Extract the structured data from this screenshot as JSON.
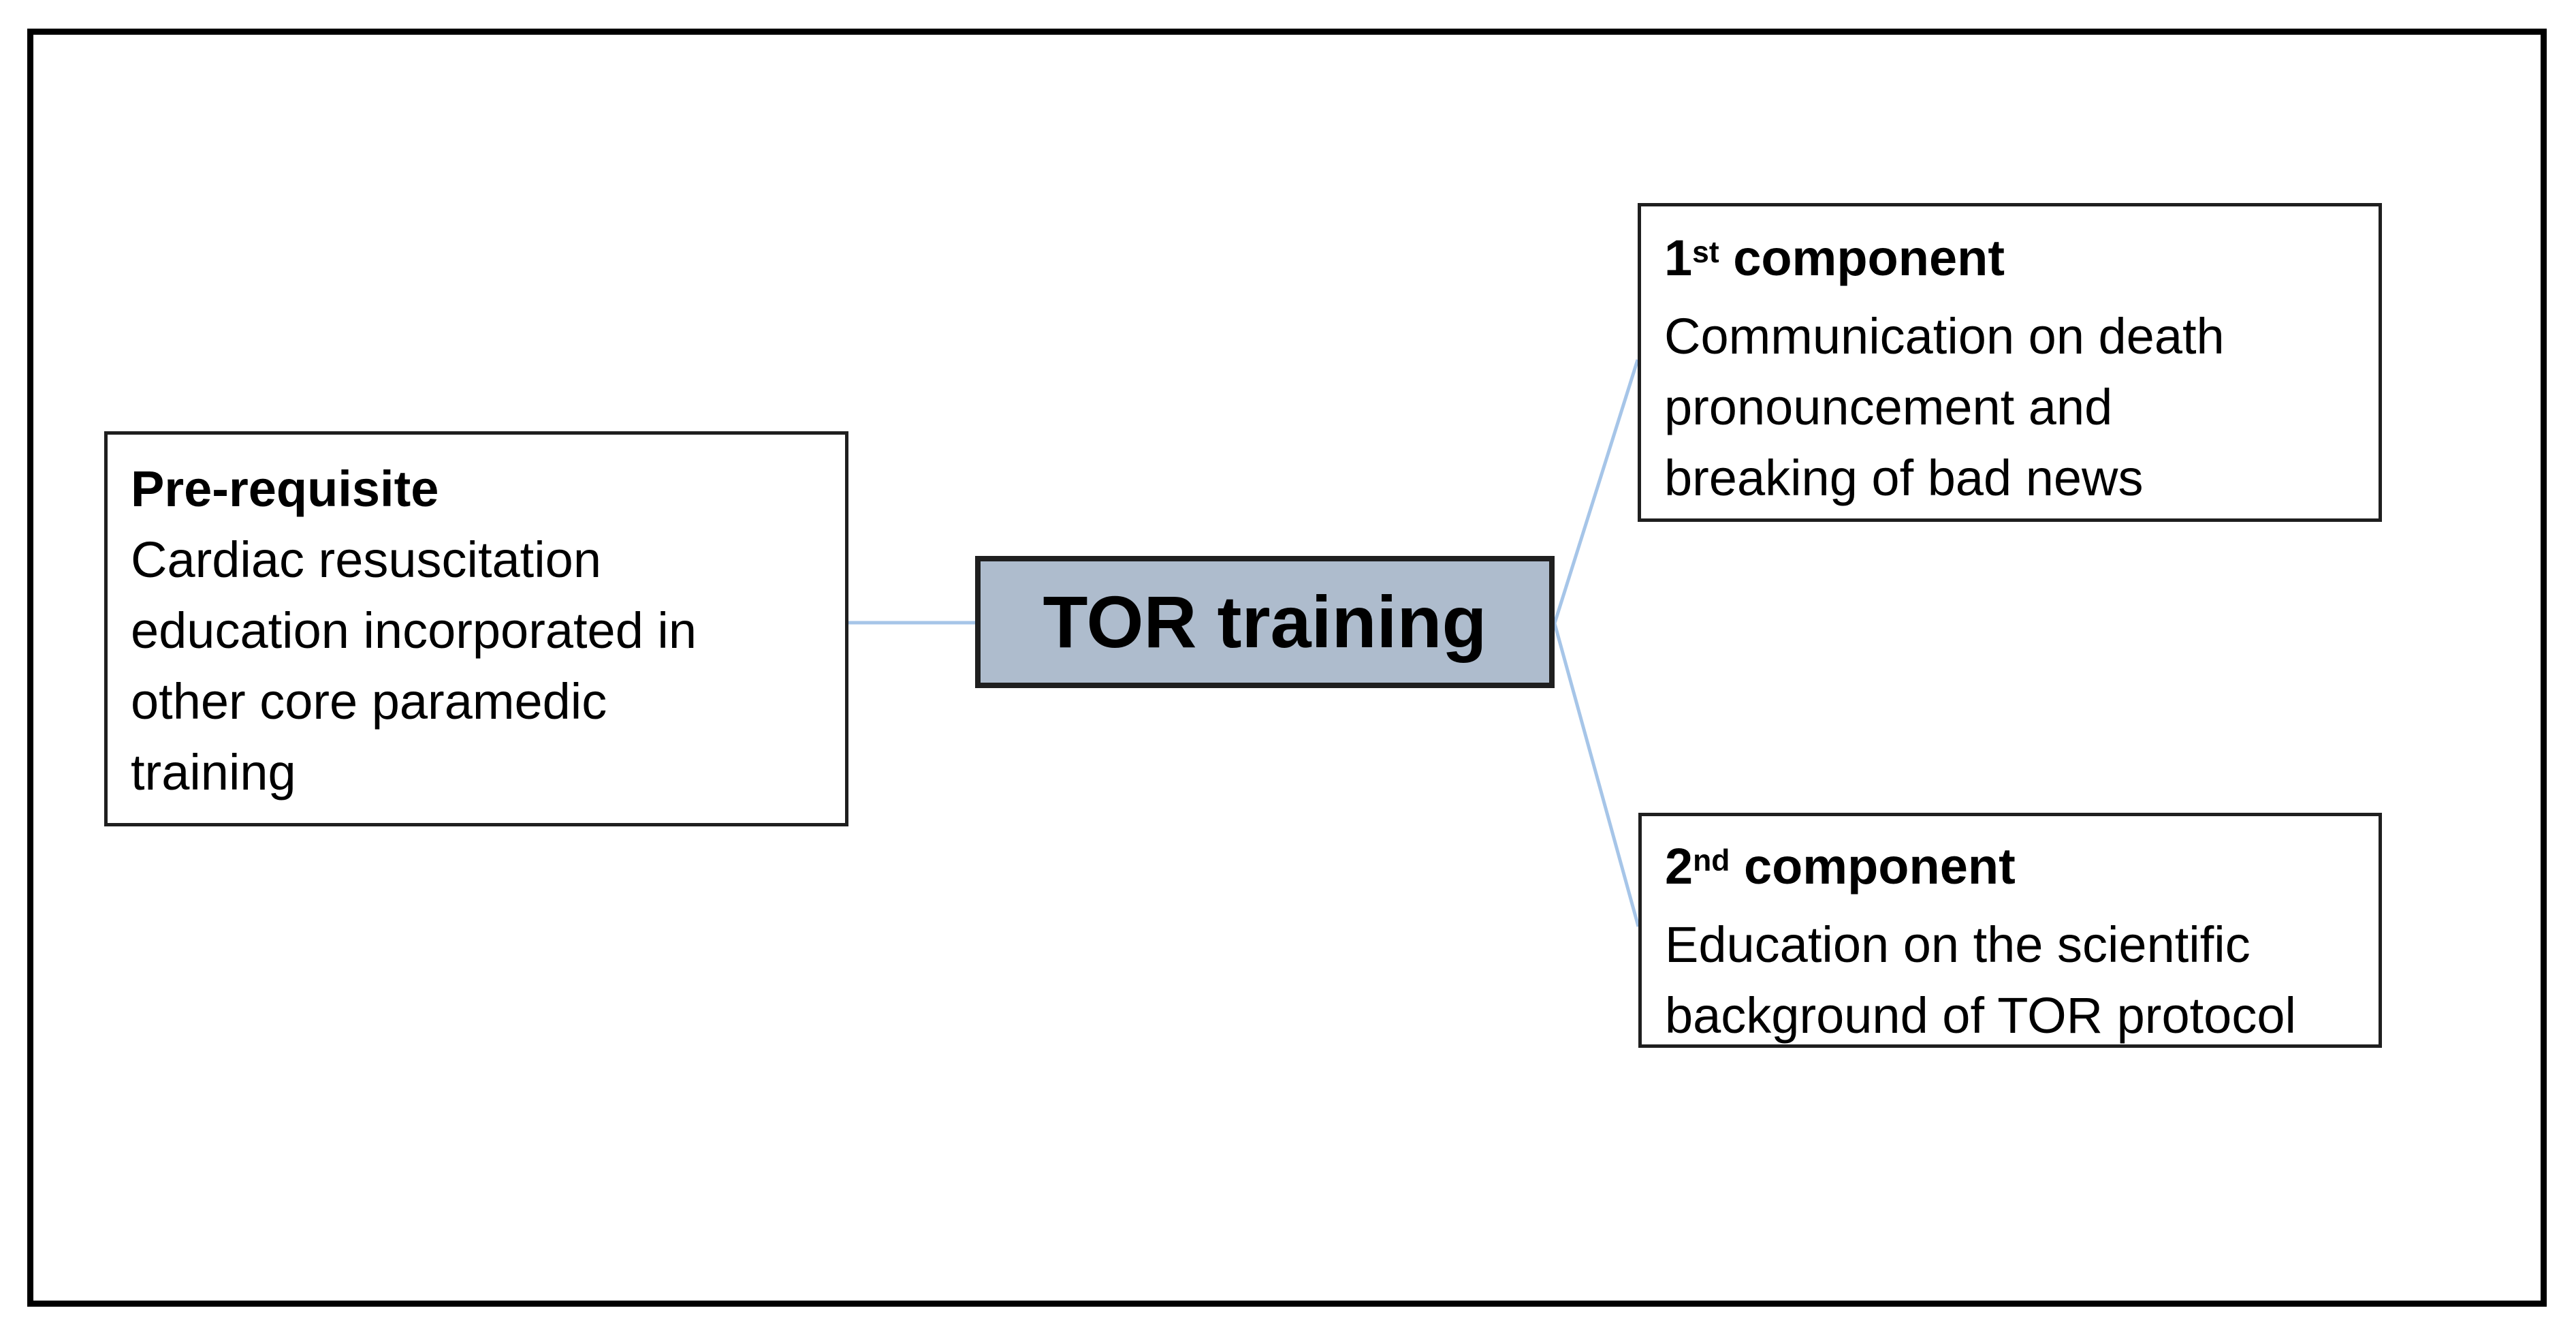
{
  "colors": {
    "center_fill": "#aebccd",
    "connector": "#a6c5e8",
    "node_border": "#1f1f1f",
    "frame_border": "#000000",
    "text_color": "#000000"
  },
  "nodes": {
    "tor_training": {
      "label": "TOR training"
    },
    "prerequisite": {
      "title": "Pre-requisite",
      "lines": [
        "Cardiac resuscitation",
        "education incorporated in",
        "other core paramedic",
        "training"
      ]
    },
    "component_1": {
      "number": "1",
      "ordinal": "st",
      "rest": " component",
      "lines": [
        "Communication on death",
        "pronouncement and",
        "breaking of bad news"
      ]
    },
    "component_2": {
      "number": "2",
      "ordinal": "nd",
      "rest": " component",
      "lines": [
        "Education on the scientific",
        "background of TOR protocol"
      ]
    }
  }
}
